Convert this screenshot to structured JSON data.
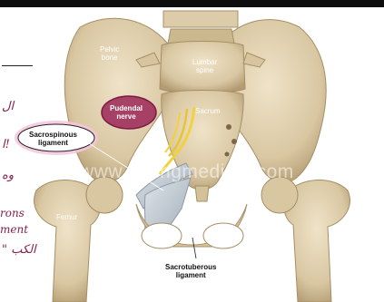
{
  "labels": {
    "pelvic_bone": [
      "Pelvic",
      "bone"
    ],
    "lumbar_spine": [
      "Lumbar",
      "spine"
    ],
    "sacrum": "Sacrum",
    "pudendal_nerve": [
      "Pudendal",
      "nerve"
    ],
    "sacrospinous_ligament": [
      "Sacrospinous",
      "ligament"
    ],
    "femur": "Femur",
    "sacrotuberous_ligament": [
      "Sacrotuberous",
      "ligament"
    ]
  },
  "watermark": "www.caringmedical.com",
  "handwriting": [
    "ال",
    "ا!",
    "وه",
    "rons",
    "ment",
    "\" الكب"
  ],
  "colors": {
    "bone": "#e4d6b8",
    "bone_shadow": "#b9a47e",
    "ligament": "#b9c3cc",
    "nerve": "#f2d23c",
    "annotation": "#8a1f4a",
    "highlight": "#f6c6dc",
    "background": "#ffffff",
    "topbar": "#0d0d0d"
  }
}
